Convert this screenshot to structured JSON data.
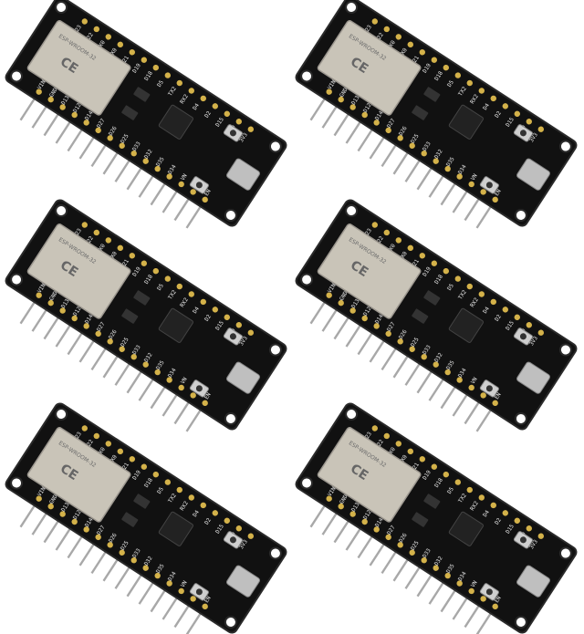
{
  "scene": {
    "colors": {
      "background": "#ffffff",
      "pcb": "#111111",
      "pcb_edge": "#2a2a2a",
      "shield": "#c9c4b8",
      "shield_edge": "#9d9890",
      "pin": "#a8a8a8",
      "pad": "#d4b24a",
      "silk": "#e8e8e8",
      "usb": "#bfbfbf",
      "button": "#cfcfcf"
    },
    "boards": [
      {
        "label": "esp32-board-1"
      },
      {
        "label": "esp32-board-2"
      },
      {
        "label": "esp32-board-3"
      },
      {
        "label": "esp32-board-4"
      },
      {
        "label": "esp32-board-5"
      },
      {
        "label": "esp32-board-6"
      }
    ],
    "module_text": {
      "brand": "ESP-WROOM-32",
      "marks": "CE"
    },
    "pin_labels_top": [
      "D23",
      "D22",
      "TX0",
      "RX0",
      "D21",
      "D19",
      "D18",
      "D5",
      "TX2",
      "RX2",
      "D4",
      "D2",
      "D15",
      "GND",
      "3V3"
    ],
    "pin_labels_bottom": [
      "VIN",
      "GND",
      "D13",
      "D12",
      "D14",
      "D27",
      "D26",
      "D25",
      "D33",
      "D32",
      "D35",
      "D34",
      "VN",
      "VP",
      "EN"
    ]
  }
}
